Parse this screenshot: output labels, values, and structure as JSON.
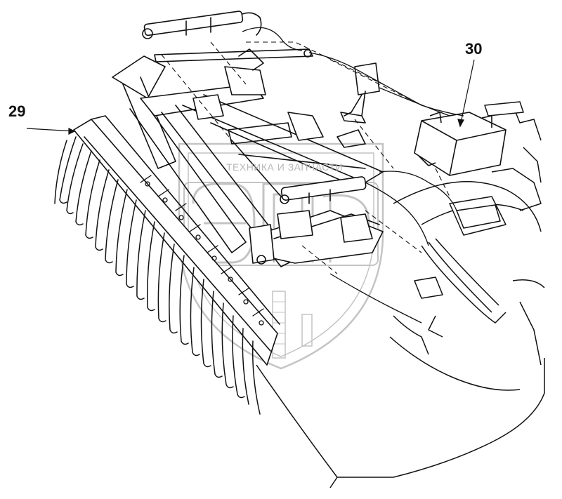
{
  "callouts": [
    {
      "id": "29",
      "text": "29"
    },
    {
      "id": "30",
      "text": "30"
    }
  ],
  "watermark": {
    "text": "ТЕХНИКА И ЗАПЧАСТИ",
    "logo_letters": "ЭПФ",
    "color": "#bdbdbd"
  },
  "colors": {
    "ink": "#111111",
    "background": "#ffffff"
  }
}
